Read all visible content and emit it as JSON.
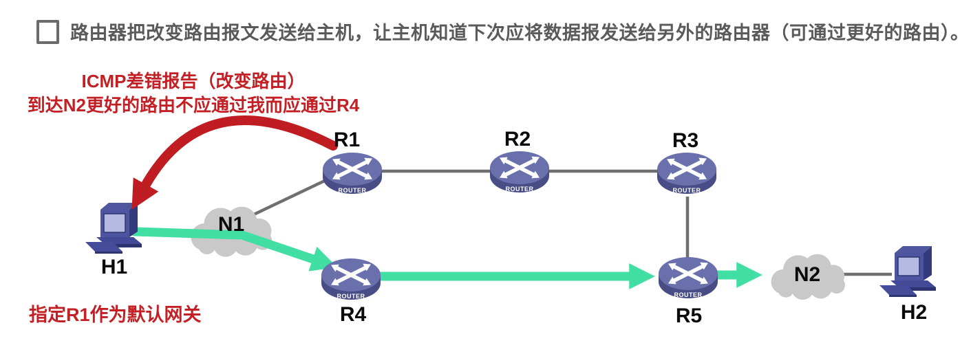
{
  "slide": {
    "bullet": {
      "text": "路由器把改变路由报文发送给主机，让主机知道下次应将数据报发送给另外的路由器（可通过更好的路由）。"
    },
    "annotations": {
      "icmp_redirect_line1": "ICMP差错报告（改变路由）",
      "icmp_redirect_line2": "到达N2更好的路由不应通过我而应通过R4",
      "default_gateway_note": "指定R1作为默认网关"
    },
    "nodes": {
      "r1": {
        "label": "R1",
        "type": "router"
      },
      "r2": {
        "label": "R2",
        "type": "router"
      },
      "r3": {
        "label": "R3",
        "type": "router"
      },
      "r4": {
        "label": "R4",
        "type": "router"
      },
      "r5": {
        "label": "R5",
        "type": "router"
      },
      "h1": {
        "label": "H1",
        "type": "host"
      },
      "h2": {
        "label": "H2",
        "type": "host"
      },
      "n1": {
        "label": "N1",
        "type": "network-cloud"
      },
      "n2": {
        "label": "N2",
        "type": "network-cloud"
      }
    },
    "icons": {
      "router_caption": "ROUTER"
    },
    "colors": {
      "bullet_text": "#5a5a5a",
      "annotation_red": "#c32025",
      "redirect_arrow_red": "#bf1d22",
      "forward_path_green": "#42dfa4",
      "link_gray": "#6f6f6f",
      "cloud_gray": "#c9c9c9",
      "router_top": "#6970ac",
      "router_side": "#484e85",
      "label_black": "#0a0a0a"
    }
  }
}
